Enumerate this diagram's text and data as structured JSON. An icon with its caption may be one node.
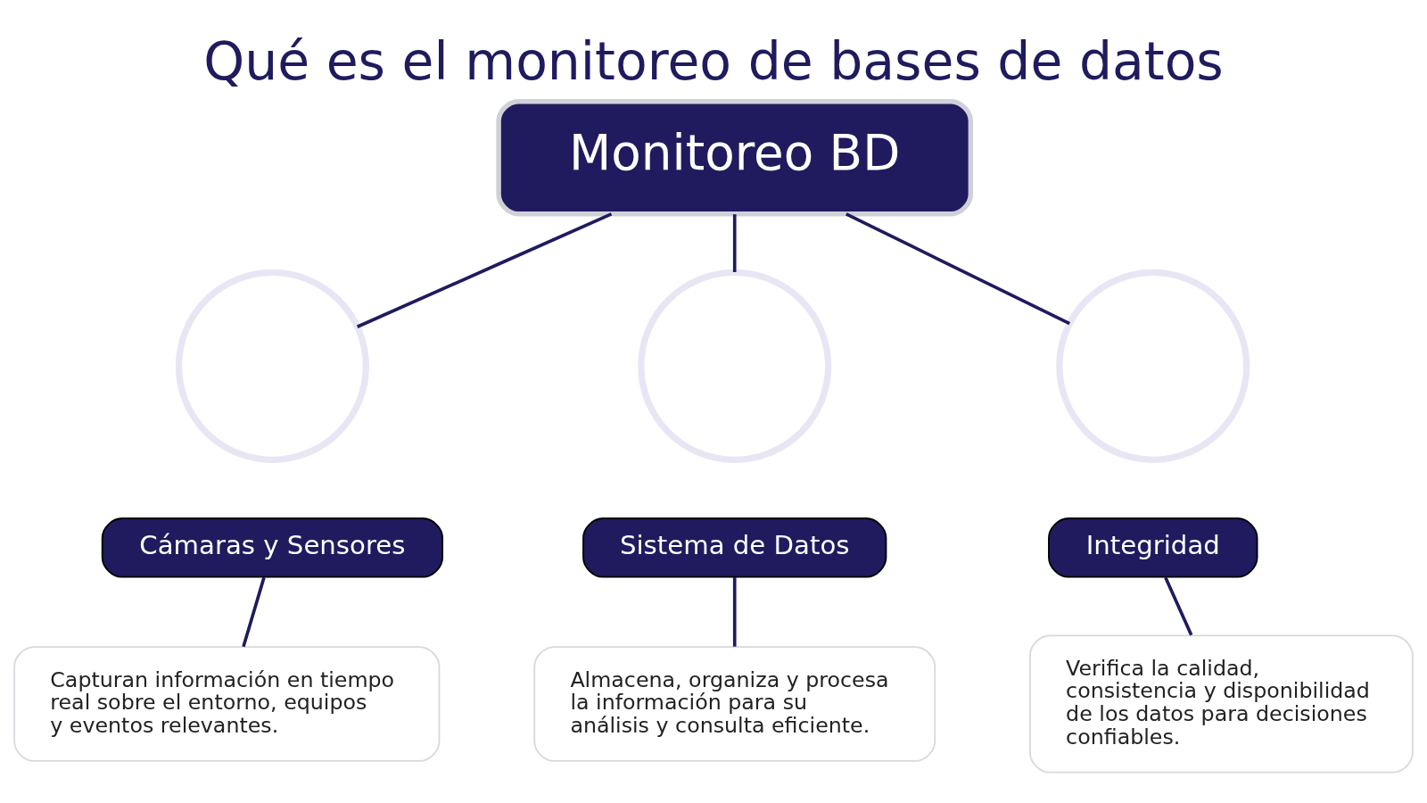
{
  "diagram": {
    "title": "Qué es el monitoreo de bases de datos",
    "nodes": [
      {
        "text": [
          "Monitoreo BD"
        ]
      },
      {
        "text": [],
        "shape": "circle"
      },
      {
        "text": [],
        "shape": "circle"
      },
      {
        "text": [],
        "shape": "circle"
      },
      {
        "text": [
          "Cámaras y Sensores"
        ]
      },
      {
        "text": [
          "Sistema de Datos"
        ]
      },
      {
        "text": [
          "Integridad"
        ]
      },
      {
        "text": [
          "Capturan información en tiempo real sobre el entorno, equipos y eventos relevantes."
        ]
      },
      {
        "text": [
          "Almacena, organiza y procesa la información para su análisis y consulta eficiente."
        ]
      },
      {
        "text": [
          "Verifica la calidad, consistencia y disponibilidad de los datos para decisiones confiables."
        ]
      }
    ],
    "edges": [
      {
        "from": 0,
        "to": 1,
        "arrow": "none"
      },
      {
        "from": 0,
        "to": 2,
        "arrow": "none"
      },
      {
        "from": 0,
        "to": 3,
        "arrow": "none"
      },
      {
        "from": 4,
        "to": 7,
        "arrow": "none"
      },
      {
        "from": 5,
        "to": 8,
        "arrow": "none"
      },
      {
        "from": 6,
        "to": 9,
        "arrow": "none"
      }
    ]
  }
}
